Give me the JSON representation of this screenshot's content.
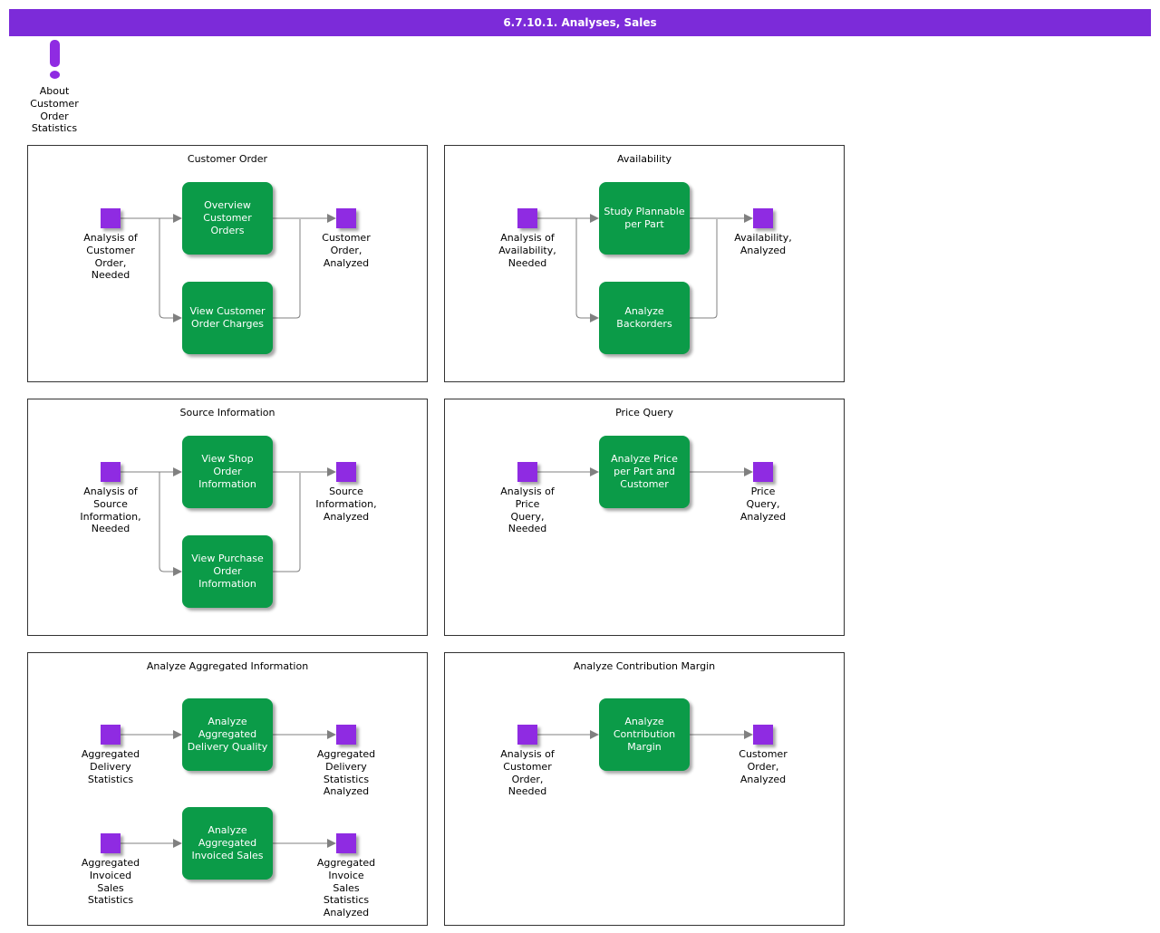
{
  "colors": {
    "titlebar": "#7C2BD9",
    "state": "#8F2BE2",
    "process": "#0B9B48",
    "wire": "#808080"
  },
  "title_bar": {
    "title": "6.7.10.1. Analyses, Sales"
  },
  "about": {
    "label": "About\nCustomer\nOrder\nStatistics",
    "icon": "exclamation-icon"
  },
  "panels": [
    {
      "title": "Customer Order",
      "inputs": [
        {
          "label": "Analysis of\nCustomer\nOrder,\nNeeded"
        }
      ],
      "processes": [
        {
          "label": "Overview\nCustomer\nOrders"
        },
        {
          "label": "View Customer\nOrder Charges"
        }
      ],
      "outputs": [
        {
          "label": "Customer\nOrder,\nAnalyzed"
        }
      ]
    },
    {
      "title": "Availability",
      "inputs": [
        {
          "label": "Analysis of\nAvailability,\nNeeded"
        }
      ],
      "processes": [
        {
          "label": "Study Plannable\nper Part"
        },
        {
          "label": "Analyze\nBackorders"
        }
      ],
      "outputs": [
        {
          "label": "Availability,\nAnalyzed"
        }
      ]
    },
    {
      "title": "Source Information",
      "inputs": [
        {
          "label": "Analysis of\nSource\nInformation,\nNeeded"
        }
      ],
      "processes": [
        {
          "label": "View Shop\nOrder\nInformation"
        },
        {
          "label": "View Purchase\nOrder\nInformation"
        }
      ],
      "outputs": [
        {
          "label": "Source\nInformation,\nAnalyzed"
        }
      ]
    },
    {
      "title": "Price Query",
      "inputs": [
        {
          "label": "Analysis of\nPrice\nQuery,\nNeeded"
        }
      ],
      "processes": [
        {
          "label": "Analyze Price\nper Part and\nCustomer"
        }
      ],
      "outputs": [
        {
          "label": "Price\nQuery,\nAnalyzed"
        }
      ]
    },
    {
      "title": "Analyze Aggregated Information",
      "inputs": [
        {
          "label": "Aggregated\nDelivery\nStatistics"
        },
        {
          "label": "Aggregated\nInvoiced\nSales\nStatistics"
        }
      ],
      "processes": [
        {
          "label": "Analyze\nAggregated\nDelivery Quality"
        },
        {
          "label": "Analyze\nAggregated\nInvoiced Sales"
        }
      ],
      "outputs": [
        {
          "label": "Aggregated\nDelivery\nStatistics\nAnalyzed"
        },
        {
          "label": "Aggregated\nInvoice\nSales\nStatistics\nAnalyzed"
        }
      ]
    },
    {
      "title": "Analyze Contribution Margin",
      "inputs": [
        {
          "label": "Analysis of\nCustomer\nOrder,\nNeeded"
        }
      ],
      "processes": [
        {
          "label": "Analyze\nContribution\nMargin"
        }
      ],
      "outputs": [
        {
          "label": "Customer\nOrder,\nAnalyzed"
        }
      ]
    }
  ]
}
